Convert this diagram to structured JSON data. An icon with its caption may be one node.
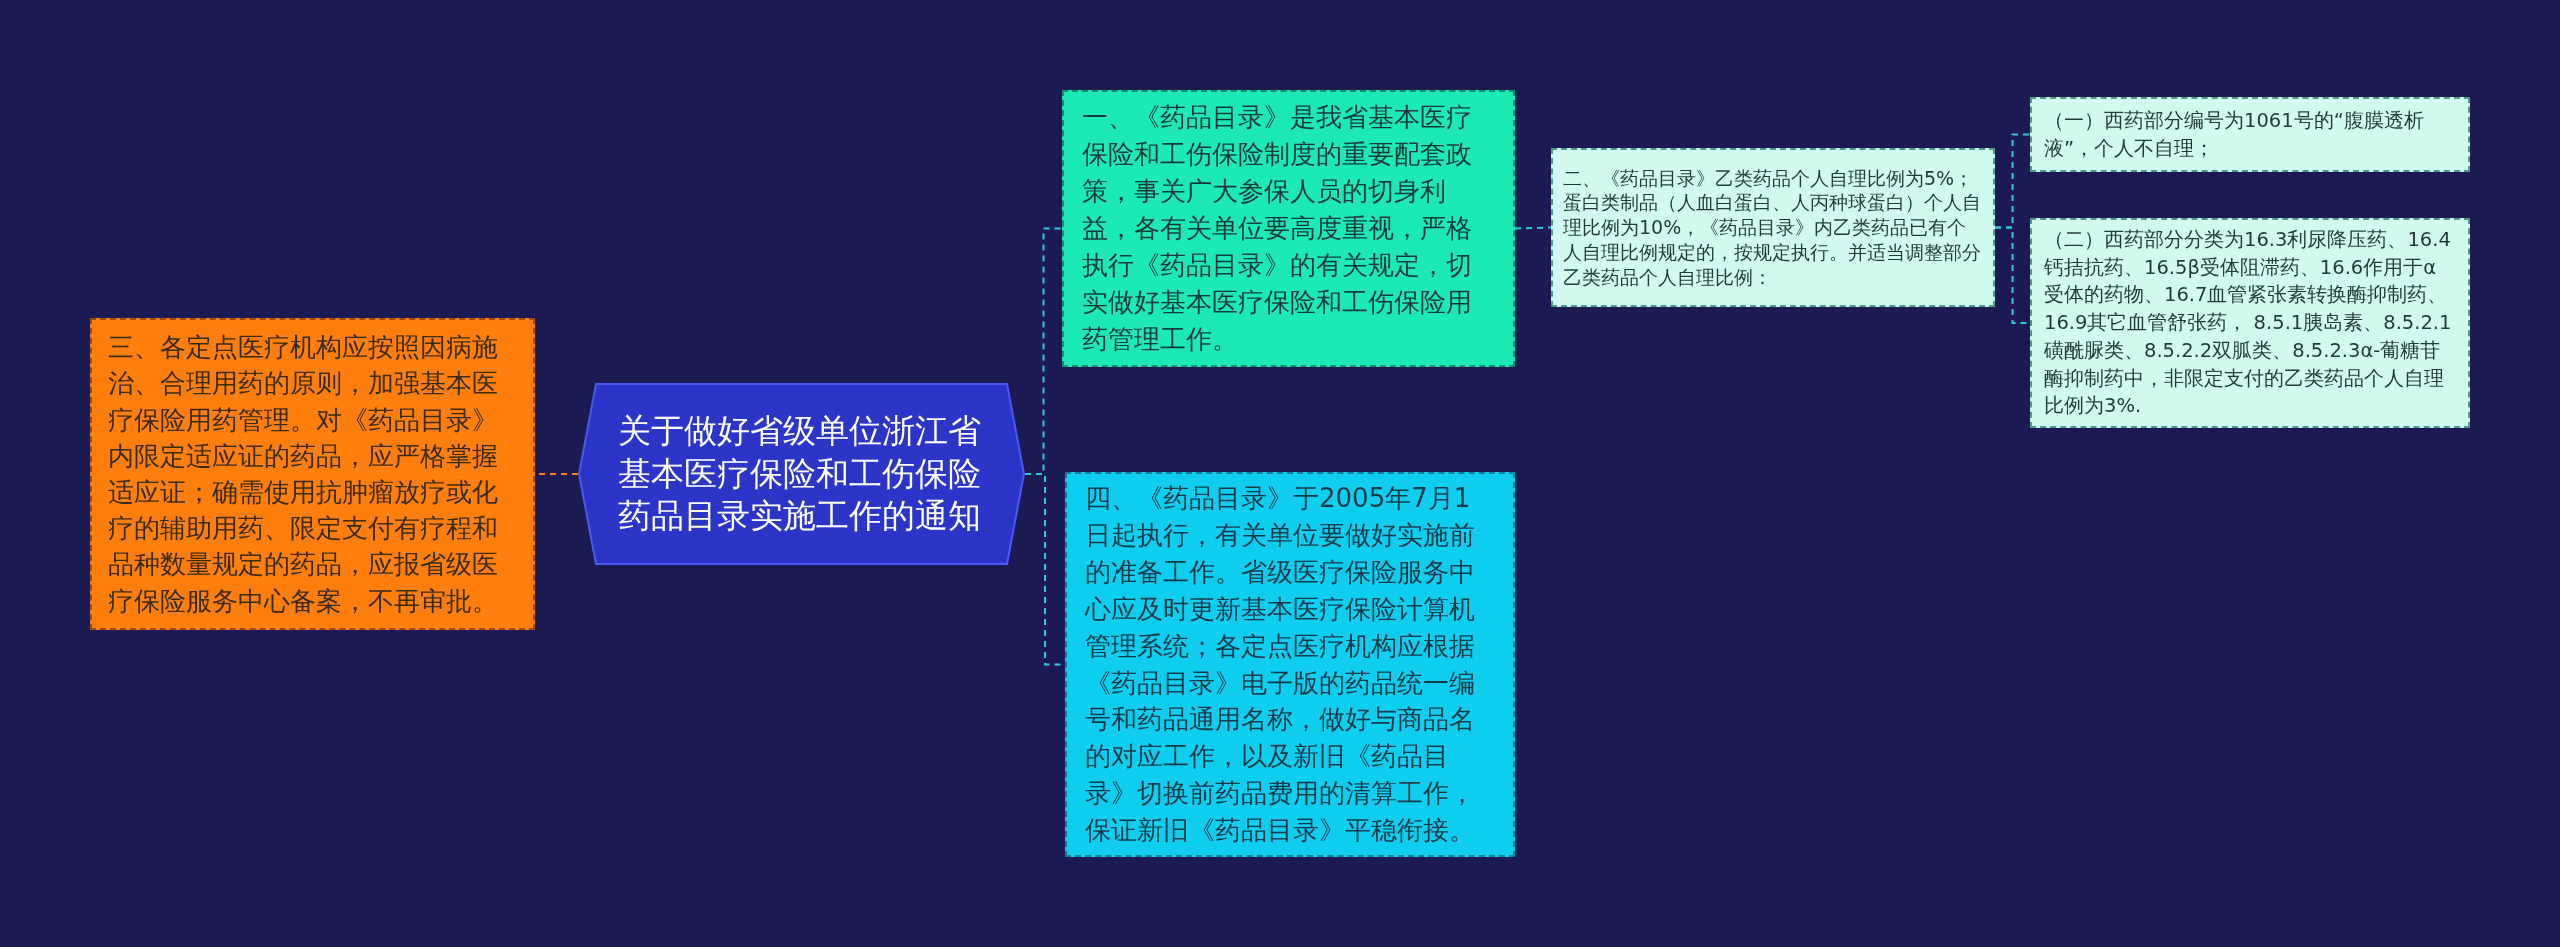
{
  "diagram": {
    "nodes": [
      {
        "text": [
          "关于做好省级单位浙江省基本医疗保险和工伤保险药品目录实施工作的通知"
        ]
      },
      {
        "text": [
          "一、《药品目录》是我省基本医疗保险和工伤保险制度的重要配套政策，事关广大参保人员的切身利益，各有关单位要高度重视，严格执行《药品目录》的有关规定，切实做好基本医疗保险和工伤保险用药管理工作。"
        ]
      },
      {
        "text": [
          "二、《药品目录》乙类药品个人自理比例为5%；蛋白类制品（人血白蛋白、人丙种球蛋白）个人自理比例为10%，《药品目录》内乙类药品已有个人自理比例规定的，按规定执行。并适当调整部分乙类药品个人自理比例："
        ]
      },
      {
        "text": [
          "（一）西药部分编号为1061号的“腹膜透析液”，个人不自理；"
        ]
      },
      {
        "text": [
          "（二）西药部分分类为16.3利尿降压药、16.4钙拮抗药、16.5β受体阻滞药、16.6作用于α受体的药物、16.7血管紧张素转换酶抑制药、16.9其它血管舒张药， 8.5.1胰岛素、8.5.2.1磺酰脲类、8.5.2.2双胍类、8.5.2.3α-葡糖苷酶抑制药中，非限定支付的乙类药品个人自理比例为3%."
        ]
      },
      {
        "text": [
          "四、《药品目录》于2005年7月1日起执行，有关单位要做好实施前的准备工作。省级医疗保险服务中心应及时更新基本医疗保险计算机管理系统；各定点医疗机构应根据《药品目录》电子版的药品统一编号和药品通用名称，做好与商品名的对应工作，以及新旧《药品目录》切换前药品费用的清算工作，保证新旧《药品目录》平稳衔接。"
        ]
      },
      {
        "text": [
          "三、各定点医疗机构应按照因病施治、合理用药的原则，加强基本医疗保险用药管理。对《药品目录》内限定适应证的药品，应严格掌握适应证；确需使用抗肿瘤放疗或化疗的辅助用药、限定支付有疗程和品种数量规定的药品，应报省级医疗保险服务中心备案，不再审批。"
        ]
      }
    ],
    "edges": [
      {
        "from": 0,
        "to": 1,
        "arrow": "none"
      },
      {
        "from": 0,
        "to": 5,
        "arrow": "none"
      },
      {
        "from": 1,
        "to": 2,
        "arrow": "none"
      },
      {
        "from": 2,
        "to": 3,
        "arrow": "none"
      },
      {
        "from": 2,
        "to": 4,
        "arrow": "none"
      },
      {
        "from": 0,
        "to": 6,
        "arrow": "none",
        "color": "#ff7f0e"
      }
    ]
  }
}
